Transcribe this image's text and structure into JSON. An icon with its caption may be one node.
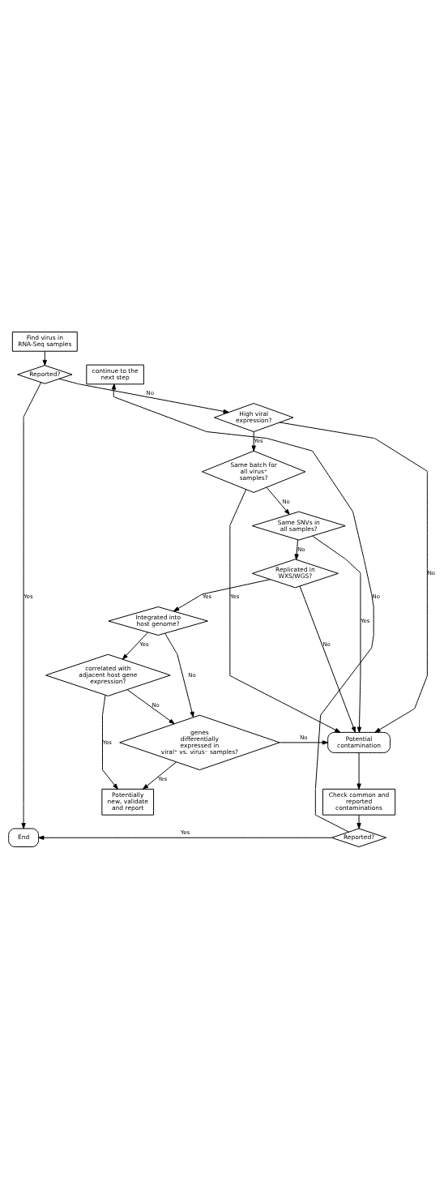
{
  "diagram": {
    "nodes": [
      {
        "text": [
          "Find virus in RNA-Seq samples"
        ]
      },
      {
        "text": [
          "Reported?"
        ]
      },
      {
        "text": [
          "continue to the next step"
        ]
      },
      {
        "text": [
          "High viral expression?"
        ]
      },
      {
        "text": [
          "Same batch for all virus⁺ samples?"
        ]
      },
      {
        "text": [
          "Same SNVs in all samples?"
        ]
      },
      {
        "text": [
          "Replicated in WXS/WGS?"
        ]
      },
      {
        "text": [
          "Integrated into host genome?"
        ]
      },
      {
        "text": [
          "correlated with adjacent host gene expression?"
        ]
      },
      {
        "text": [
          "genes differentially expressed in viral⁺ vs. virus⁻ samples?"
        ]
      },
      {
        "text": [
          "Potential contamination"
        ]
      },
      {
        "text": [
          "Potentially new, validate and report"
        ]
      },
      {
        "text": [
          "Check common and reported contaminations"
        ]
      },
      {
        "text": [
          "End"
        ]
      },
      {
        "text": [
          "Reported?"
        ]
      }
    ],
    "edges": [
      {
        "from": 0,
        "to": 1,
        "arrow": "to"
      },
      {
        "from": 1,
        "to": 13,
        "label": "Yes",
        "arrow": "to"
      },
      {
        "from": 1,
        "to": 3,
        "label": "No",
        "arrow": "to"
      },
      {
        "from": 3,
        "to": 10,
        "label": "No",
        "arrow": "to"
      },
      {
        "from": 3,
        "to": 4,
        "label": "Yes",
        "arrow": "to"
      },
      {
        "from": 4,
        "to": 10,
        "label": "Yes",
        "arrow": "to"
      },
      {
        "from": 4,
        "to": 5,
        "label": "No",
        "arrow": "to"
      },
      {
        "from": 5,
        "to": 10,
        "label": "Yes",
        "arrow": "to"
      },
      {
        "from": 5,
        "to": 6,
        "label": "No",
        "arrow": "to"
      },
      {
        "from": 6,
        "to": 10,
        "label": "No",
        "arrow": "to"
      },
      {
        "from": 6,
        "to": 7,
        "label": "Yes",
        "arrow": "to"
      },
      {
        "from": 7,
        "to": 9,
        "label": "No",
        "arrow": "to"
      },
      {
        "from": 7,
        "to": 8,
        "label": "Yes",
        "arrow": "to"
      },
      {
        "from": 8,
        "to": 11,
        "label": "Yes",
        "arrow": "to"
      },
      {
        "from": 8,
        "to": 9,
        "label": "No",
        "arrow": "to"
      },
      {
        "from": 9,
        "to": 10,
        "label": "No",
        "arrow": "to"
      },
      {
        "from": 9,
        "to": 11,
        "label": "Yes",
        "arrow": "to"
      },
      {
        "from": 10,
        "to": 12,
        "arrow": "to"
      },
      {
        "from": 12,
        "to": 14,
        "arrow": "to"
      },
      {
        "from": 14,
        "to": 13,
        "label": "Yes",
        "arrow": "to"
      },
      {
        "from": 14,
        "to": 2,
        "label": "No",
        "arrow": "to"
      }
    ]
  }
}
